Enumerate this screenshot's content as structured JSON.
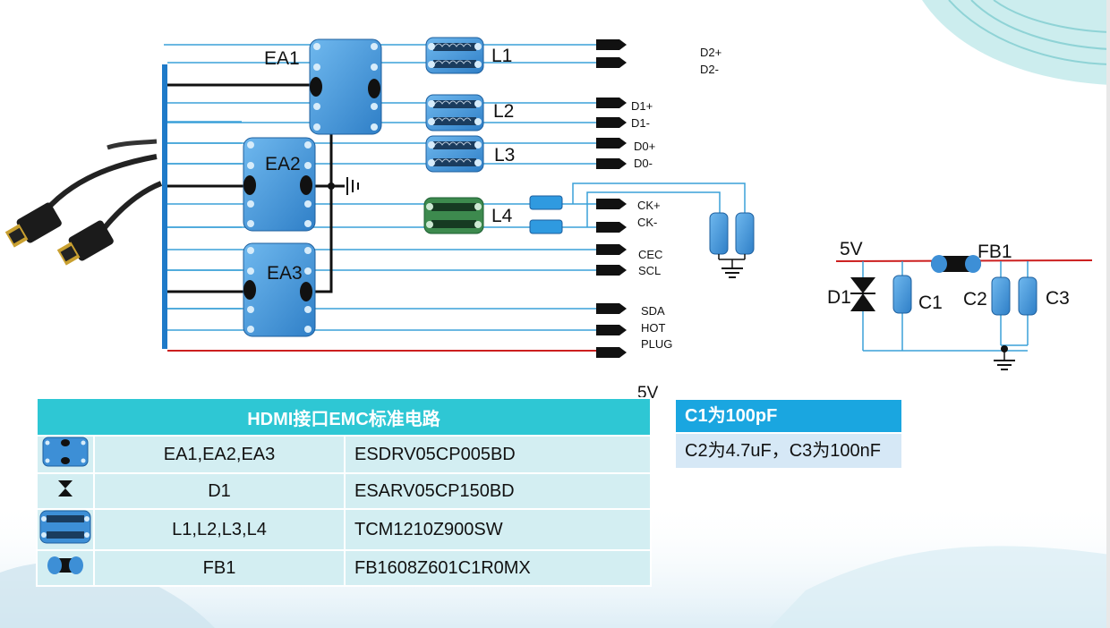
{
  "left_signals": {
    "d2p": "D2+",
    "d2m": "D2-"
  },
  "signals": {
    "d1p": "D1+",
    "d1m": "D1-",
    "d0p": "D0+",
    "d0m": "D0-",
    "ckp": "CK+",
    "ckm": "CK-",
    "cec": "CEC",
    "scl": "SCL",
    "sda": "SDA",
    "hot": "HOT",
    "plug": "PLUG",
    "v5": "5V"
  },
  "components": {
    "ea1": "EA1",
    "ea2": "EA2",
    "ea3": "EA3",
    "l1": "L1",
    "l2": "L2",
    "l3": "L3",
    "l4": "L4"
  },
  "power_circuit": {
    "v5": "5V",
    "fb1": "FB1",
    "d1": "D1",
    "c1": "C1",
    "c2": "C2",
    "c3": "C3"
  },
  "table": {
    "title": "HDMI接口EMC标准电路",
    "rows": [
      {
        "icon": "esd-array-icon",
        "name": "EA1,EA2,EA3",
        "part": "ESDRV05CP005BD"
      },
      {
        "icon": "tvs-diode-icon",
        "name": "D1",
        "part": "ESARV05CP150BD"
      },
      {
        "icon": "common-mode-choke-icon",
        "name": "L1,L2,L3,L4",
        "part": "TCM1210Z900SW"
      },
      {
        "icon": "ferrite-bead-icon",
        "name": "FB1",
        "part": "FB1608Z601C1R0MX"
      }
    ]
  },
  "note": {
    "header": "C1为100pF",
    "body": "C2为4.7uF，C3为100nF"
  },
  "colors": {
    "table_header": "#2ec7d4",
    "table_cell": "#d3eef2",
    "note_header": "#1aa6e0",
    "note_body": "#d6e8f6",
    "chip": "#3d8fd6",
    "wire_blue": "#3aa0d8",
    "wire_red": "#cc1f1f"
  }
}
